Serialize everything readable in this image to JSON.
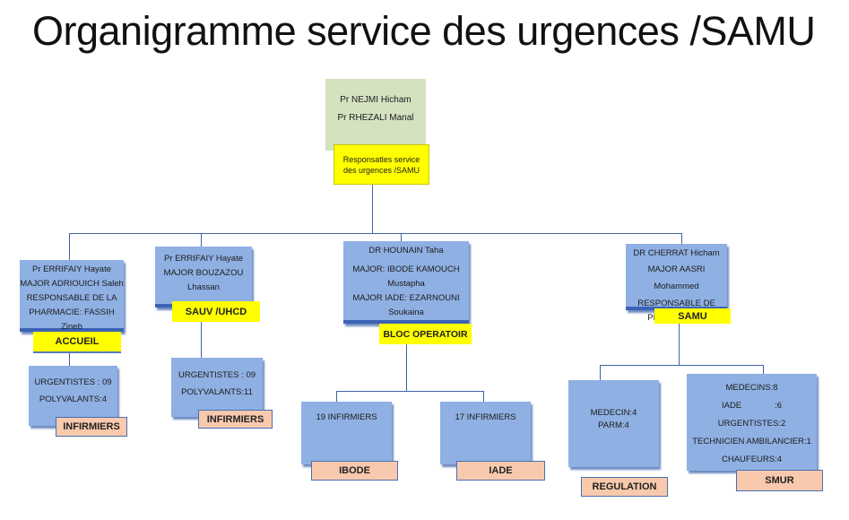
{
  "title": "Organigramme service des urgences /SAMU",
  "top": {
    "names": [
      "Pr NEJMI Hicham",
      "Pr RHEZALI Manal"
    ],
    "label": "Responsatles service des urgences /SAMU"
  },
  "accueil": {
    "lines": [
      "Pr  ERRIFAIY Hayate",
      "MAJOR  ADRIOUICH Saleh",
      "RESPONSABLE DE LA",
      "PHARMACIE: FASSIH Zineb"
    ],
    "label": "ACCUEIL",
    "sub_lines": [
      "URGENTISTES : 09",
      "POLYVALANTS:4"
    ],
    "sub_label": "INFIRMIERS"
  },
  "sauv": {
    "lines": [
      "Pr  ERRIFAIY Hayate",
      "MAJOR BOUZAZOU",
      "Lhassan"
    ],
    "label": "SAUV /UHCD",
    "sub_lines": [
      "URGENTISTES : 09",
      "POLYVALANTS:11"
    ],
    "sub_label": "INFIRMIERS"
  },
  "bloc": {
    "lines": [
      "DR HOUNAIN Taha",
      "MAJOR: IBODE KAMOUCH",
      "Mustapha",
      "MAJOR IADE: EZARNOUNI",
      "Soukaina"
    ],
    "label": "BLOC OPERATOIR",
    "ibode_text": "19 INFIRMIERS",
    "ibode_label": "IBODE",
    "iade_text": "17 INFIRMIERS",
    "iade_label": "IADE"
  },
  "samu": {
    "lines": [
      "DR CHERRAT Hicham",
      "MAJOR AASRI Mohammed",
      "RESPONSABLE  DE",
      "PHARMACIE:1"
    ],
    "label": "SAMU",
    "regulation_lines": [
      "MEDECIN:4",
      "PARM:4"
    ],
    "regulation_label": "REGULATION",
    "smur_lines": [
      "MEDECINS:8",
      "IADE              :6",
      "URGENTISTES:2",
      "TECHNICIEN AMBILANCIER:1",
      "CHAUFEURS:4"
    ],
    "smur_label": "SMUR"
  }
}
